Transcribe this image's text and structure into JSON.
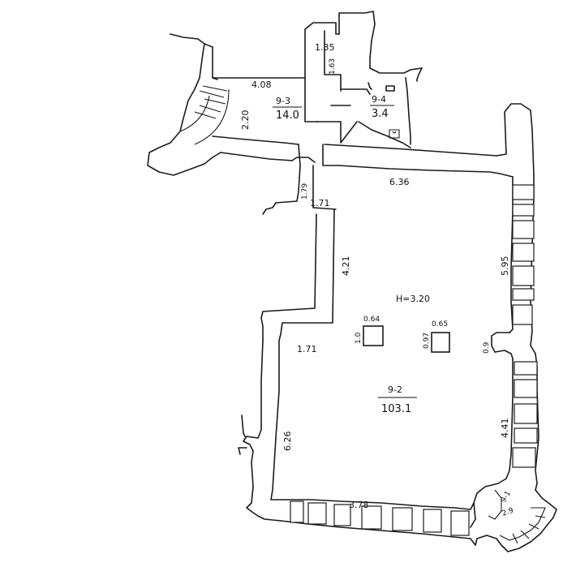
{
  "plan": {
    "ceiling_height": "H=3.20",
    "rooms": [
      {
        "id": "9-2",
        "area": "103.1"
      },
      {
        "id": "9-3",
        "area": "14.0"
      },
      {
        "id": "9-4",
        "area": "3.4"
      },
      {
        "id": "9-1",
        "area": "2.9"
      }
    ],
    "dimensions": {
      "d_4_08": "4.08",
      "d_1_35": "1.35",
      "d_1_63": "1.63",
      "d_2_20": "2.20",
      "d_6_36": "6.36",
      "d_1_79": "1.79",
      "d_1_71_top": "1.71",
      "d_4_21": "4.21",
      "d_1_71_bottom": "1.71",
      "d_5_95": "5.95",
      "d_0_64": "0.64",
      "d_1_0": "1.0",
      "d_0_65": "0.65",
      "d_0_97": "0.97",
      "d_0_9": "0.9",
      "d_4_41": "4.41",
      "d_6_26": "6.26",
      "d_3_78": "3.78"
    }
  }
}
